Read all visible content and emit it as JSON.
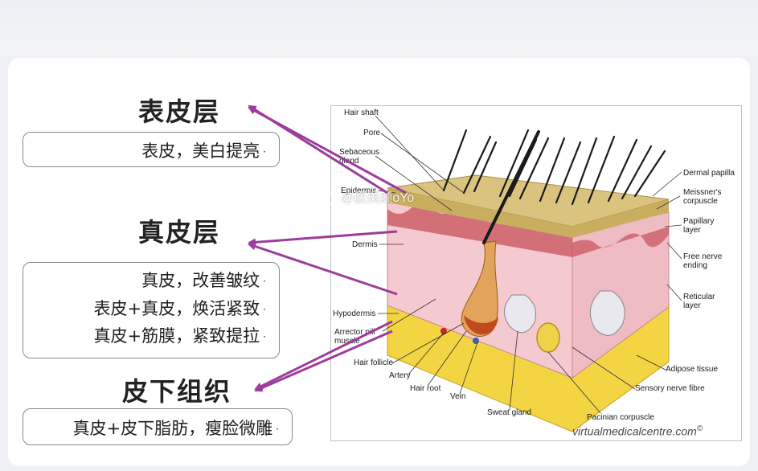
{
  "sections": [
    {
      "heading": "表皮层",
      "lines": [
        "表皮，美白提亮"
      ]
    },
    {
      "heading": "真皮层",
      "lines": [
        "真皮，改善皱纹",
        "表皮+真皮，焕活紧致",
        "真皮+筋膜，紧致提拉"
      ]
    },
    {
      "heading": "皮下组织",
      "lines": [
        "真皮+皮下脂肪，瘦脸微雕"
      ]
    }
  ],
  "bullet": "·",
  "diagram_labels": {
    "hair_shaft": "Hair shaft",
    "pore": "Pore",
    "sebaceous": "Sebaceous\ngland",
    "epidermis": "Epidermis",
    "dermis": "Dermis",
    "hypodermis": "Hypodermis",
    "arrector": "Arrector pili\nmuscle",
    "hair_follicle": "Hair follicle",
    "artery": "Artery",
    "hair_root": "Hair root",
    "vein": "Vein",
    "sweat_gland": "Sweat gland",
    "pacinian": "Pacinian corpuscle",
    "dermal_papilla": "Dermal papilla",
    "meissner": "Meissner's\ncorpuscle",
    "papillary": "Papillary\nlayer",
    "free_nerve": "Free nerve\nending",
    "reticular": "Reticular\nlayer",
    "adipose": "Adipose tissue",
    "sensory": "Sensory nerve fibre"
  },
  "credit": "virtualmedicalcentre.com",
  "credit_mark": "©",
  "watermark": "@医美颜oYo",
  "colors": {
    "arrow": "#9c3d9c",
    "epidermis": "#d9c37f",
    "dermis": "#f4c9cf",
    "fat": "#f3d443",
    "outline": "#8a8a8a"
  }
}
